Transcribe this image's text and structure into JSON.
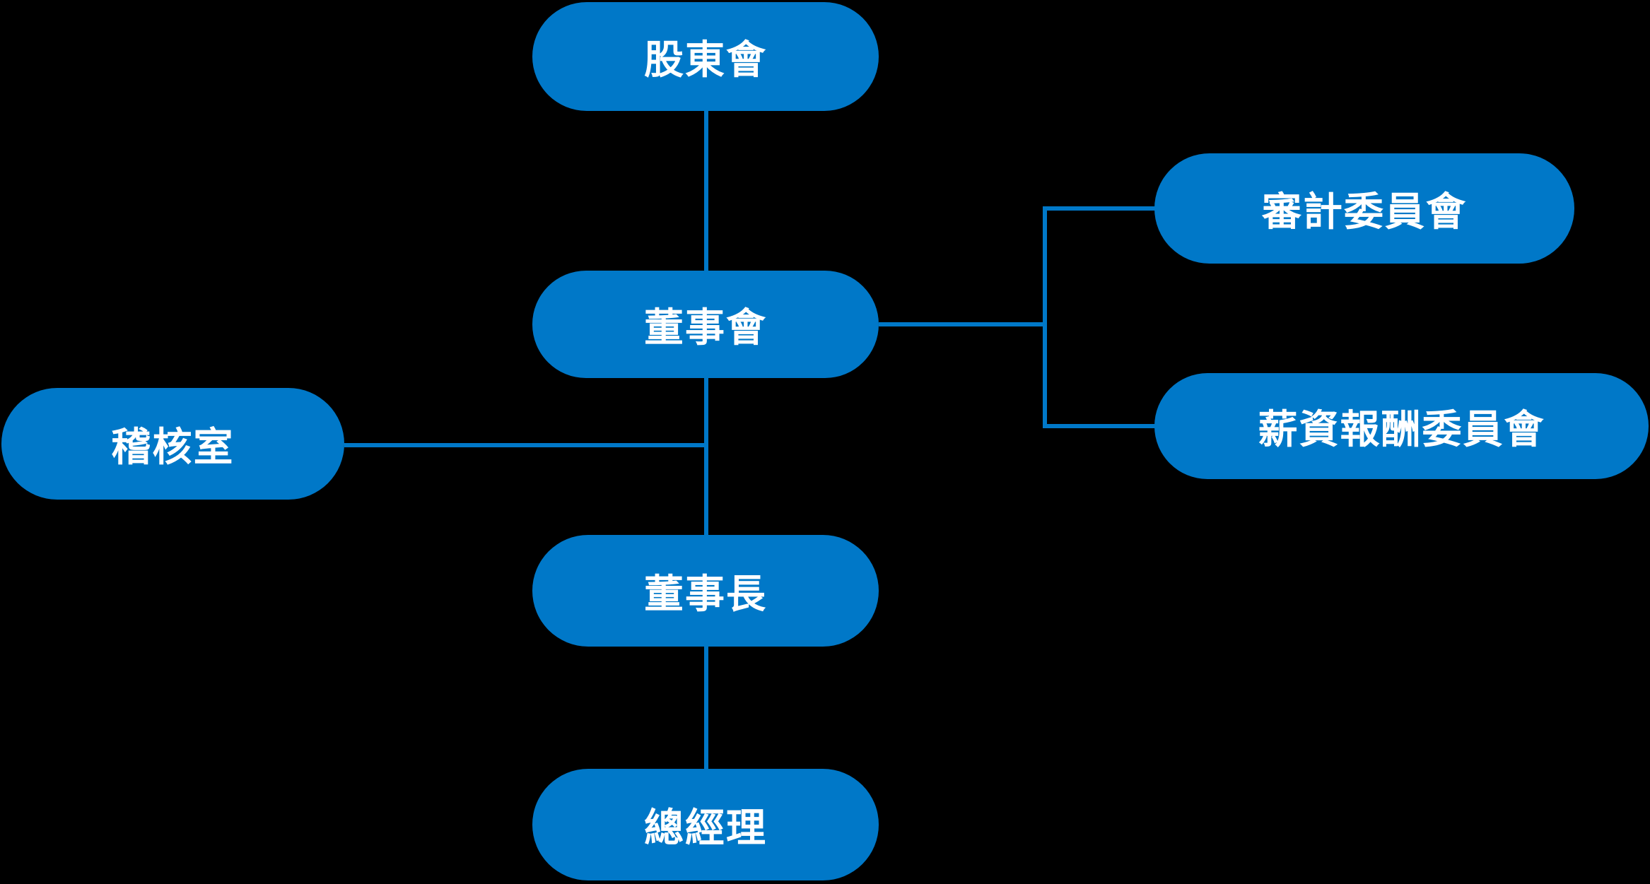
{
  "diagram": {
    "type": "org-chart",
    "colors": {
      "background": "#000000",
      "node_fill": "#0078c8",
      "node_text": "#ffffff",
      "line": "#0078c8"
    },
    "nodes": [
      {
        "id": "shareholders-meeting",
        "label": "股東會"
      },
      {
        "id": "board-of-directors",
        "label": "董事會"
      },
      {
        "id": "audit-committee",
        "label": "審計委員會"
      },
      {
        "id": "remuneration-committee",
        "label": "薪資報酬委員會"
      },
      {
        "id": "audit-office",
        "label": "稽核室"
      },
      {
        "id": "chairman",
        "label": "董事長"
      },
      {
        "id": "general-manager",
        "label": "總經理"
      }
    ],
    "edges": [
      {
        "from": "股東會",
        "to": "董事會"
      },
      {
        "from": "董事會",
        "to": "審計委員會"
      },
      {
        "from": "董事會",
        "to": "薪資報酬委員會"
      },
      {
        "from": "董事會",
        "to": "稽核室"
      },
      {
        "from": "董事會",
        "to": "董事長"
      },
      {
        "from": "董事長",
        "to": "總經理"
      }
    ]
  }
}
